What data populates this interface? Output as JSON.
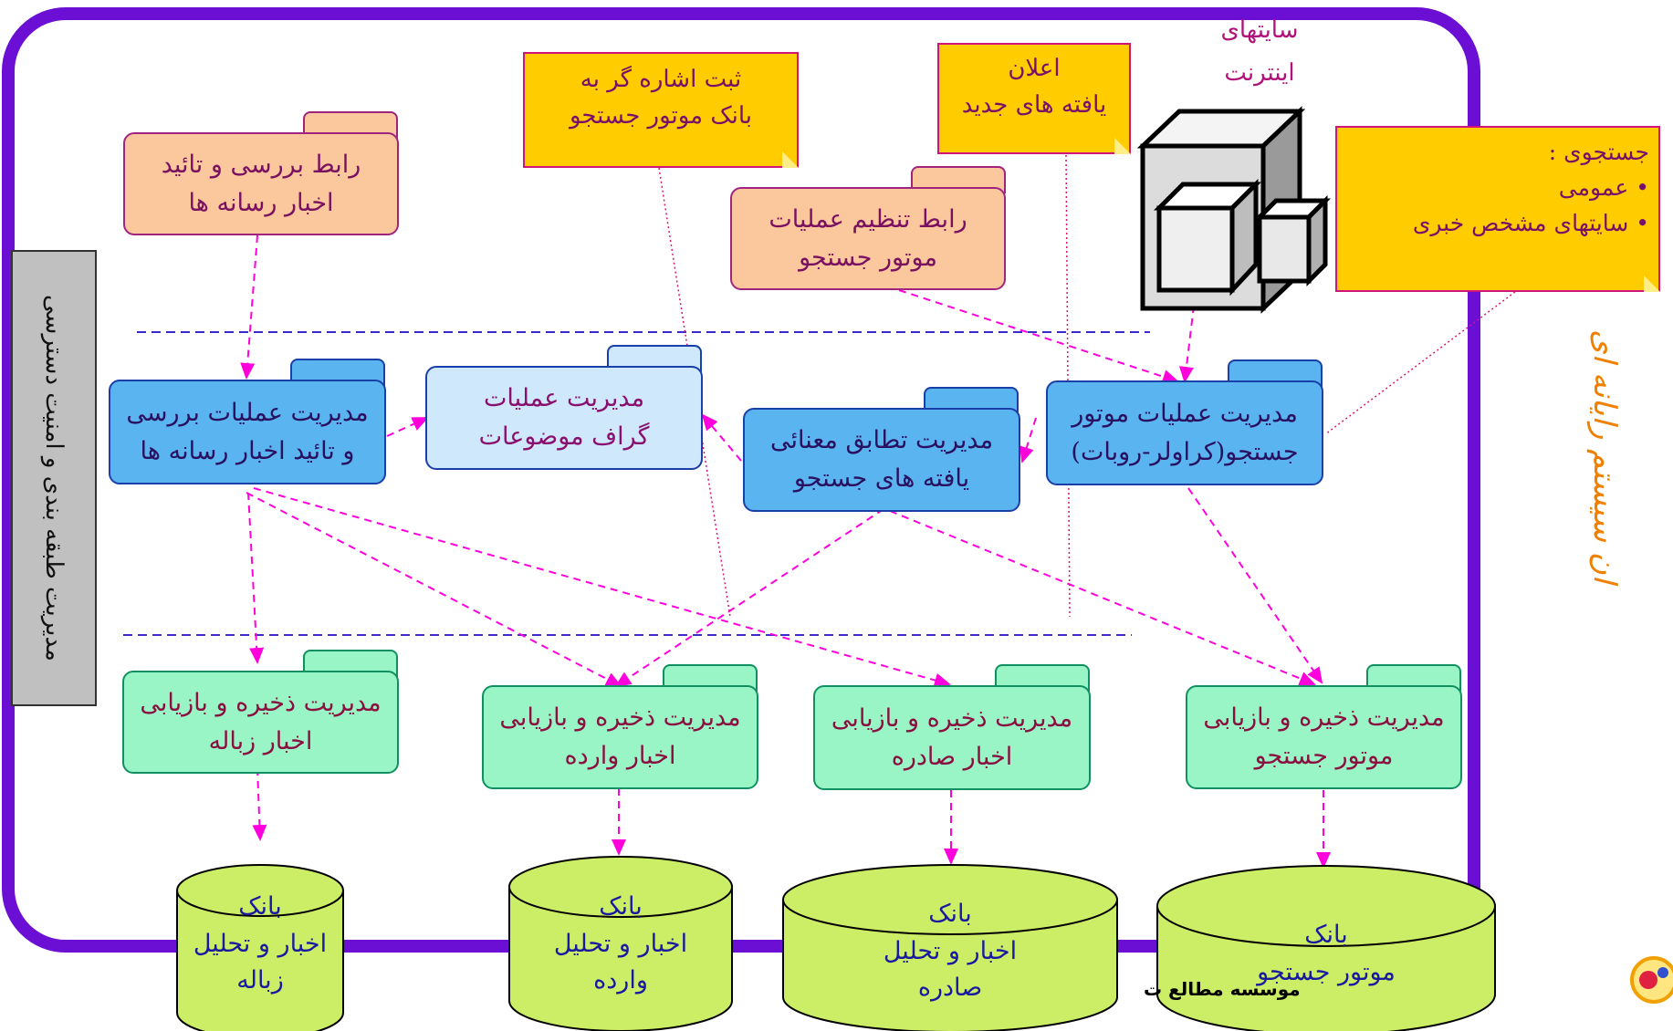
{
  "side_title": "ان سیستم رایانه ای",
  "vertical_label": "مدیریت طبقه بندی و امنیت دسترسی",
  "internet": {
    "line1": "سایتهای",
    "line2": "اینترنت"
  },
  "notes": {
    "register": {
      "line1": "ثبت اشاره گر به",
      "line2": "بانک موتور جستجو"
    },
    "announce": {
      "line1": "اعلان",
      "line2": "یافته های جدید"
    },
    "search": {
      "title": "جستجوی :",
      "item1": "• عمومی",
      "item2": "• سایتهای مشخص خبری"
    }
  },
  "interfaces": {
    "review": {
      "line1": "رابط بررسی و تائید",
      "line2": "اخبار رسانه ها"
    },
    "engine": {
      "line1": "رابط تنظیم عملیات",
      "line2": "موتور جستجو"
    }
  },
  "managers": {
    "review": {
      "line1": "مدیریت عملیات بررسی",
      "line2": "و تائید اخبار رسانه ها"
    },
    "graph": {
      "line1": "مدیریت عملیات",
      "line2": "گراف موضوعات"
    },
    "semantic": {
      "line1": "مدیریت تطابق معنائی",
      "line2": "یافته های جستجو"
    },
    "engine": {
      "line1": "مدیریت عملیات موتور",
      "line2": "جستجو(کراولر-روبات)"
    }
  },
  "storage": {
    "trash": {
      "line1": "مدیریت ذخیره و بازیابی",
      "line2": "اخبار زباله"
    },
    "incoming": {
      "line1": "مدیریت ذخیره و بازیابی",
      "line2": "اخبار وارده"
    },
    "outgoing": {
      "line1": "مدیریت ذخیره و بازیابی",
      "line2": "اخبار صادره"
    },
    "engine": {
      "line1": "مدیریت ذخیره و بازیابی",
      "line2": "موتور جستجو"
    }
  },
  "databases": {
    "trash": {
      "line1": "بانک",
      "line2": "اخبار و تحلیل",
      "line3": "زباله"
    },
    "incoming": {
      "line1": "بانک",
      "line2": "اخبار و تحلیل",
      "line3": "وارده"
    },
    "outgoing": {
      "line1": "بانک",
      "line2": "اخبار و تحلیل",
      "line3": "صادره"
    },
    "engine": {
      "line1": "بانک",
      "line2": "موتور جستجو"
    }
  },
  "footer": "موسسه مطالع                     ت"
}
